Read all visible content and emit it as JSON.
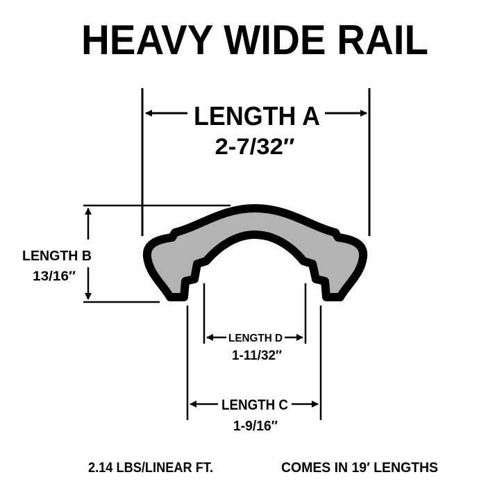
{
  "title": "HEAVY WIDE RAIL",
  "dimensions": {
    "a": {
      "label": "LENGTH A",
      "value": "2-7/32″"
    },
    "b": {
      "label": "LENGTH B",
      "value": "13/16″"
    },
    "c": {
      "label": "LENGTH C",
      "value": "1-9/16″"
    },
    "d": {
      "label": "LENGTH D",
      "value": "1-11/32″"
    }
  },
  "footer": {
    "weight": "2.14 LBS/LINEAR FT.",
    "lengths": "COMES IN 19′ LENGTHS"
  },
  "colors": {
    "profile_fill": "#b3b3b3",
    "outline": "#000000"
  }
}
